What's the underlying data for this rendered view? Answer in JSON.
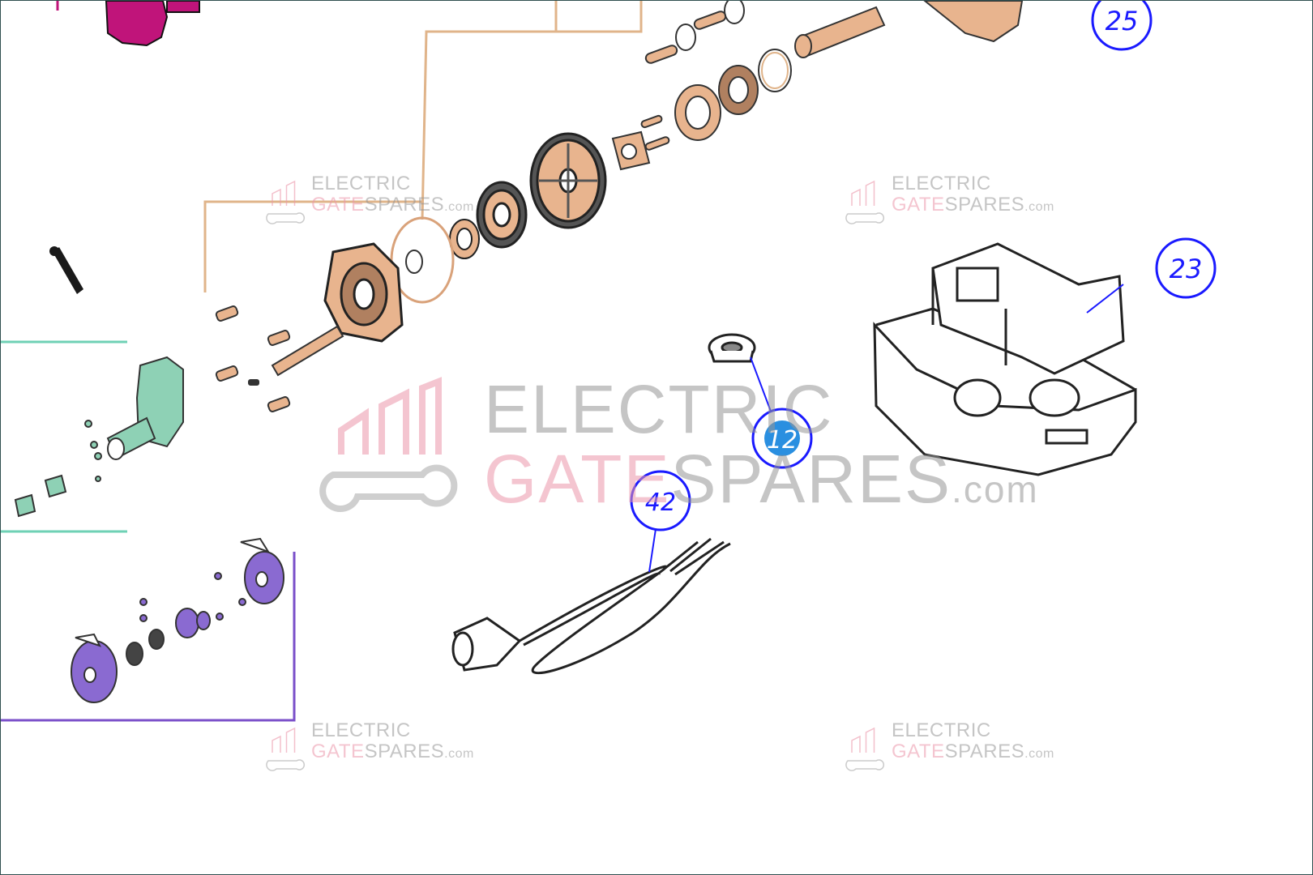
{
  "callouts": [
    {
      "id": "callout-25",
      "label": "25"
    },
    {
      "id": "callout-23",
      "label": "23"
    },
    {
      "id": "callout-12",
      "label": "12"
    },
    {
      "id": "callout-42",
      "label": "42"
    }
  ],
  "watermark": {
    "line1": "ELECTRIC",
    "line2_a": "GATE",
    "line2_b": "SPARES",
    "line2_c": ".com"
  },
  "colors": {
    "callout": "#1a1aff",
    "callout_12_fill": "#2a8fe0",
    "copper": "#d9a27a",
    "teal": "#8ed1b5",
    "purple": "#8a6ad1",
    "magenta": "#c0147a",
    "leader_orange": "#e0b48a",
    "leader_teal": "#6fd1b5",
    "leader_purple": "#7a4fc9"
  }
}
